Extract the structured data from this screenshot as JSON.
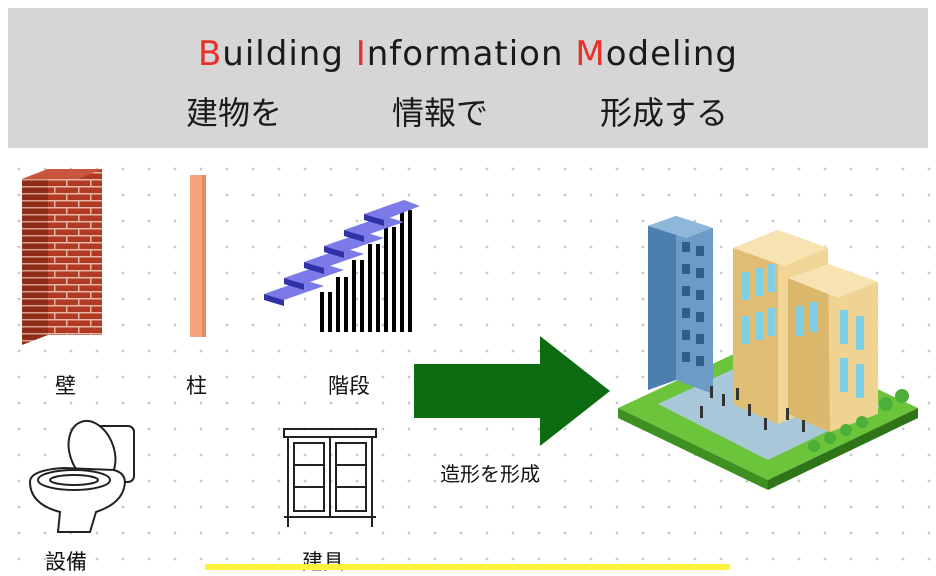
{
  "header": {
    "title_en": {
      "word1_cap": "B",
      "word1_rest": "uilding ",
      "word2_cap": "I",
      "word2_rest": "nformation ",
      "word3_cap": "M",
      "word3_rest": "odeling"
    },
    "title_jp": {
      "part1": "建物を",
      "part2": "情報で",
      "part3": "形成する"
    }
  },
  "items": {
    "wall": "壁",
    "column": "柱",
    "stairs": "階段",
    "equipment": "設備",
    "fittings": "建具"
  },
  "arrow": {
    "label": "造形を形成",
    "color": "#0d6b12"
  },
  "colors": {
    "accent_red": "#e8302a",
    "header_bg": "#d6d6d6",
    "highlight": "#fff23a"
  }
}
